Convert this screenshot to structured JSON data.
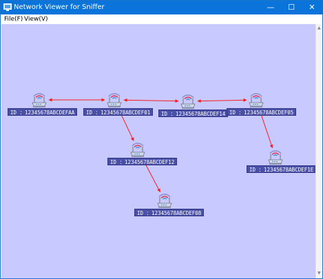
{
  "window": {
    "title": "Network Viewer for Sniffer",
    "minimize_glyph": "—",
    "maximize_glyph": "☐",
    "close_glyph": "✕"
  },
  "menu": {
    "items": [
      {
        "label": "File(F)"
      },
      {
        "label": "View(V)"
      }
    ]
  },
  "colors": {
    "titlebar": "#0a74da",
    "canvas_background": "#c7c9ff",
    "label_background": "#4a4fa8",
    "link": "#ff1a1a"
  },
  "nodes": [
    {
      "id": "n1",
      "label": "ID ：12345678ABCDEFAA",
      "icon": "wifi-router-icon"
    },
    {
      "id": "n2",
      "label": "ID ：12345678ABCDEF01",
      "icon": "wifi-router-icon"
    },
    {
      "id": "n3",
      "label": "ID ：12345678ABCDEF14",
      "icon": "wifi-router-icon"
    },
    {
      "id": "n4",
      "label": "ID ：12345678ABCDEF05",
      "icon": "wifi-router-icon"
    },
    {
      "id": "n5",
      "label": "ID ：12345678ABCDEF12",
      "icon": "wifi-router-icon"
    },
    {
      "id": "n6",
      "label": "ID ：12345678ABCDEF1E",
      "icon": "wifi-router-icon"
    },
    {
      "id": "n7",
      "label": "ID ：12345678ABCDEF08",
      "icon": "wifi-router-icon"
    }
  ],
  "links": [
    {
      "from": "n1",
      "to": "n2"
    },
    {
      "from": "n2",
      "to": "n3"
    },
    {
      "from": "n3",
      "to": "n4"
    },
    {
      "from": "n2",
      "to": "n5"
    },
    {
      "from": "n5",
      "to": "n7"
    },
    {
      "from": "n4",
      "to": "n6"
    }
  ]
}
